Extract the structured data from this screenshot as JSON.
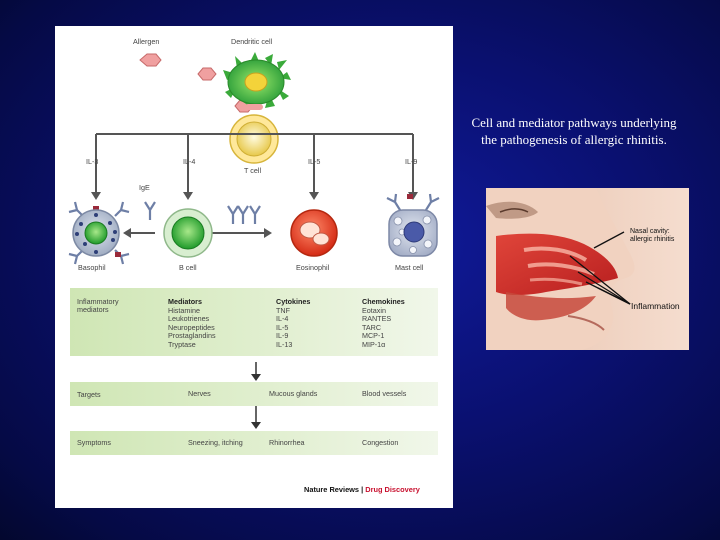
{
  "figure": {
    "top_labels": {
      "allergen": "Allergen",
      "dendritic": "Dendritic cell"
    },
    "t_cell": "T cell",
    "ige": "IgE",
    "cytokine_labels": [
      "IL-3",
      "IL-4",
      "IL-5",
      "IL-9"
    ],
    "cells": [
      "Basophil",
      "B cell",
      "Eosinophil",
      "Mast cell"
    ],
    "mediators_band": {
      "row_title": "Inflammatory mediators",
      "columns": [
        {
          "header": "Mediators",
          "items": [
            "Histamine",
            "Leukotrienes",
            "Neuropeptides",
            "Prostaglandins",
            "Tryptase"
          ]
        },
        {
          "header": "Cytokines",
          "items": [
            "TNF",
            "IL-4",
            "IL-5",
            "IL-9",
            "IL-13"
          ]
        },
        {
          "header": "Chemokines",
          "items": [
            "Eotaxin",
            "RANTES",
            "TARC",
            "MCP-1",
            "MIP-1α"
          ]
        }
      ]
    },
    "targets_band": {
      "row_title": "Targets",
      "items": [
        "Nerves",
        "Mucous glands",
        "Blood vessels"
      ]
    },
    "symptoms_band": {
      "row_title": "Symptoms",
      "items": [
        "Sneezing, itching",
        "Rhinorrhea",
        "Congestion"
      ]
    },
    "credit": {
      "left": "Nature Reviews",
      "sep": "|",
      "right": "Drug Discovery"
    }
  },
  "caption": "Cell and mediator pathways underlying the pathogenesis of allergic rhinitis.",
  "photo": {
    "label_top": "Nasal cavity: allergic rhinitis",
    "label_main": "Inflammation"
  },
  "colors": {
    "band_green": "#cfe6b4",
    "band_green_light": "#e8f3dc",
    "credit_red": "#c8102e",
    "slide_bg": "#0a1070"
  }
}
